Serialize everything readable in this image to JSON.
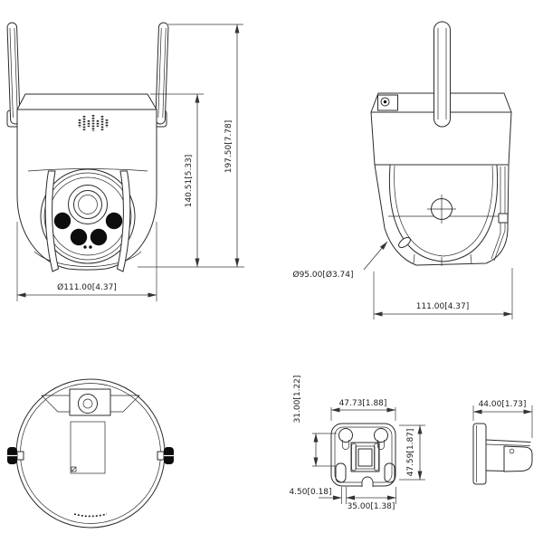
{
  "views": {
    "front_view": {
      "dim_total_height": "197.50[7.78]",
      "dim_body_height": "140.51[5.33]",
      "dim_width": "Ø111.00[4.37]"
    },
    "side_view": {
      "dim_dome_diameter": "Ø95.00[Ø3.74]",
      "dim_depth": "111.00[4.37]"
    },
    "bracket_front_view": {
      "dim_width_top": "47.73[1.88]",
      "dim_height_left": "31.00[1.22]",
      "dim_height_right": "47.59[1.87]",
      "dim_offset_bottom": "4.50[0.18]",
      "dim_width_bottom": "35.00[1.38]"
    },
    "bracket_side_view": {
      "dim_depth": "44.00[1.73]"
    }
  }
}
